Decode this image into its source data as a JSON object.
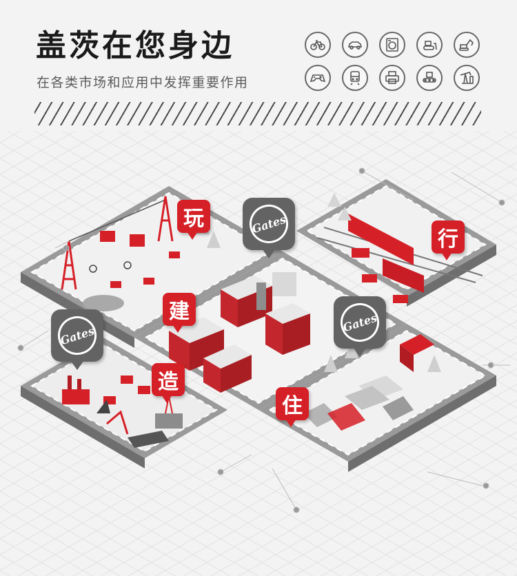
{
  "header": {
    "title": "盖茨在您身边",
    "subtitle": "在各类市场和应用中发挥重要作用"
  },
  "icons": [
    {
      "name": "bicycle-icon"
    },
    {
      "name": "car-icon"
    },
    {
      "name": "washing-machine-icon"
    },
    {
      "name": "bulldozer-icon"
    },
    {
      "name": "excavator-icon"
    },
    {
      "name": "gamepad-icon"
    },
    {
      "name": "train-icon"
    },
    {
      "name": "printer-icon"
    },
    {
      "name": "conveyor-icon"
    },
    {
      "name": "oil-pump-icon"
    }
  ],
  "zones": {
    "play": "玩",
    "travel": "行",
    "build": "建",
    "make": "造",
    "live": "住"
  },
  "badges": {
    "gates_logo": "Gates"
  },
  "colors": {
    "accent": "#d62027",
    "badge": "#636363",
    "road": "#8e8e8e",
    "background": "#f3f3f3"
  }
}
